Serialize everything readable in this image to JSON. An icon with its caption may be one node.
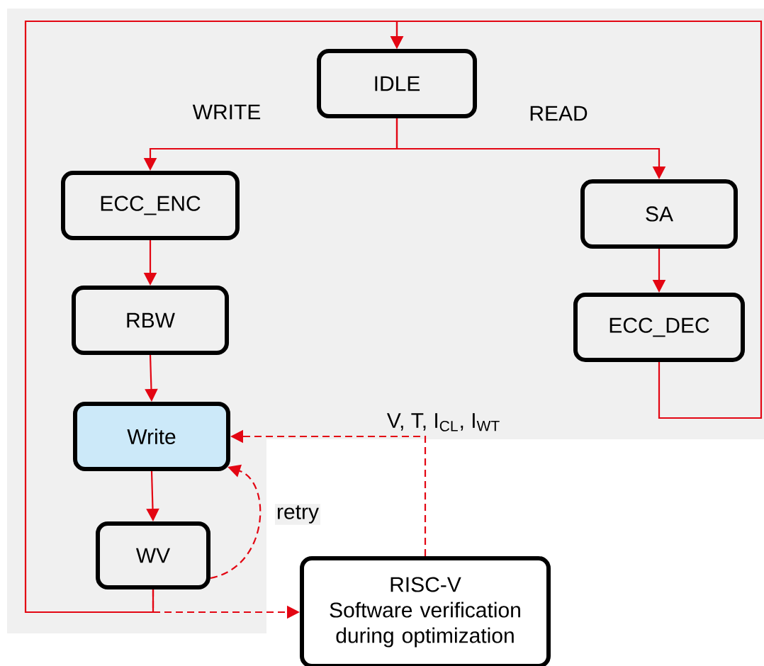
{
  "diagram": {
    "nodes": [
      {
        "text": [
          "IDLE"
        ]
      },
      {
        "text": [
          "ECC_ENC"
        ]
      },
      {
        "text": [
          "SA"
        ]
      },
      {
        "text": [
          "RBW"
        ]
      },
      {
        "text": [
          "ECC_DEC"
        ]
      },
      {
        "text": [
          "Write"
        ]
      },
      {
        "text": [
          "WV"
        ]
      },
      {
        "text": [
          "RISC-V",
          "Software verification during optimization"
        ]
      }
    ],
    "edges": [
      {
        "from": 0,
        "to": 1,
        "arrow": "to",
        "label": "WRITE"
      },
      {
        "from": 0,
        "to": 2,
        "arrow": "to",
        "label": "READ"
      },
      {
        "from": 1,
        "to": 3,
        "arrow": "to"
      },
      {
        "from": 2,
        "to": 4,
        "arrow": "to"
      },
      {
        "from": 3,
        "to": 5,
        "arrow": "to"
      },
      {
        "from": 5,
        "to": 6,
        "arrow": "to"
      },
      {
        "from": 6,
        "to": 5,
        "arrow": "to",
        "style": "dashed",
        "label": "retry"
      },
      {
        "from": 6,
        "to": 7,
        "arrow": "to",
        "style": "dashed"
      },
      {
        "from": 6,
        "to": 0,
        "arrow": "to"
      },
      {
        "from": 4,
        "to": 0,
        "arrow": "to"
      },
      {
        "from": 7,
        "to": 5,
        "arrow": "to",
        "style": "dashed",
        "label": "V, T, I$_{CL}$, I$_{WT}$"
      }
    ]
  }
}
